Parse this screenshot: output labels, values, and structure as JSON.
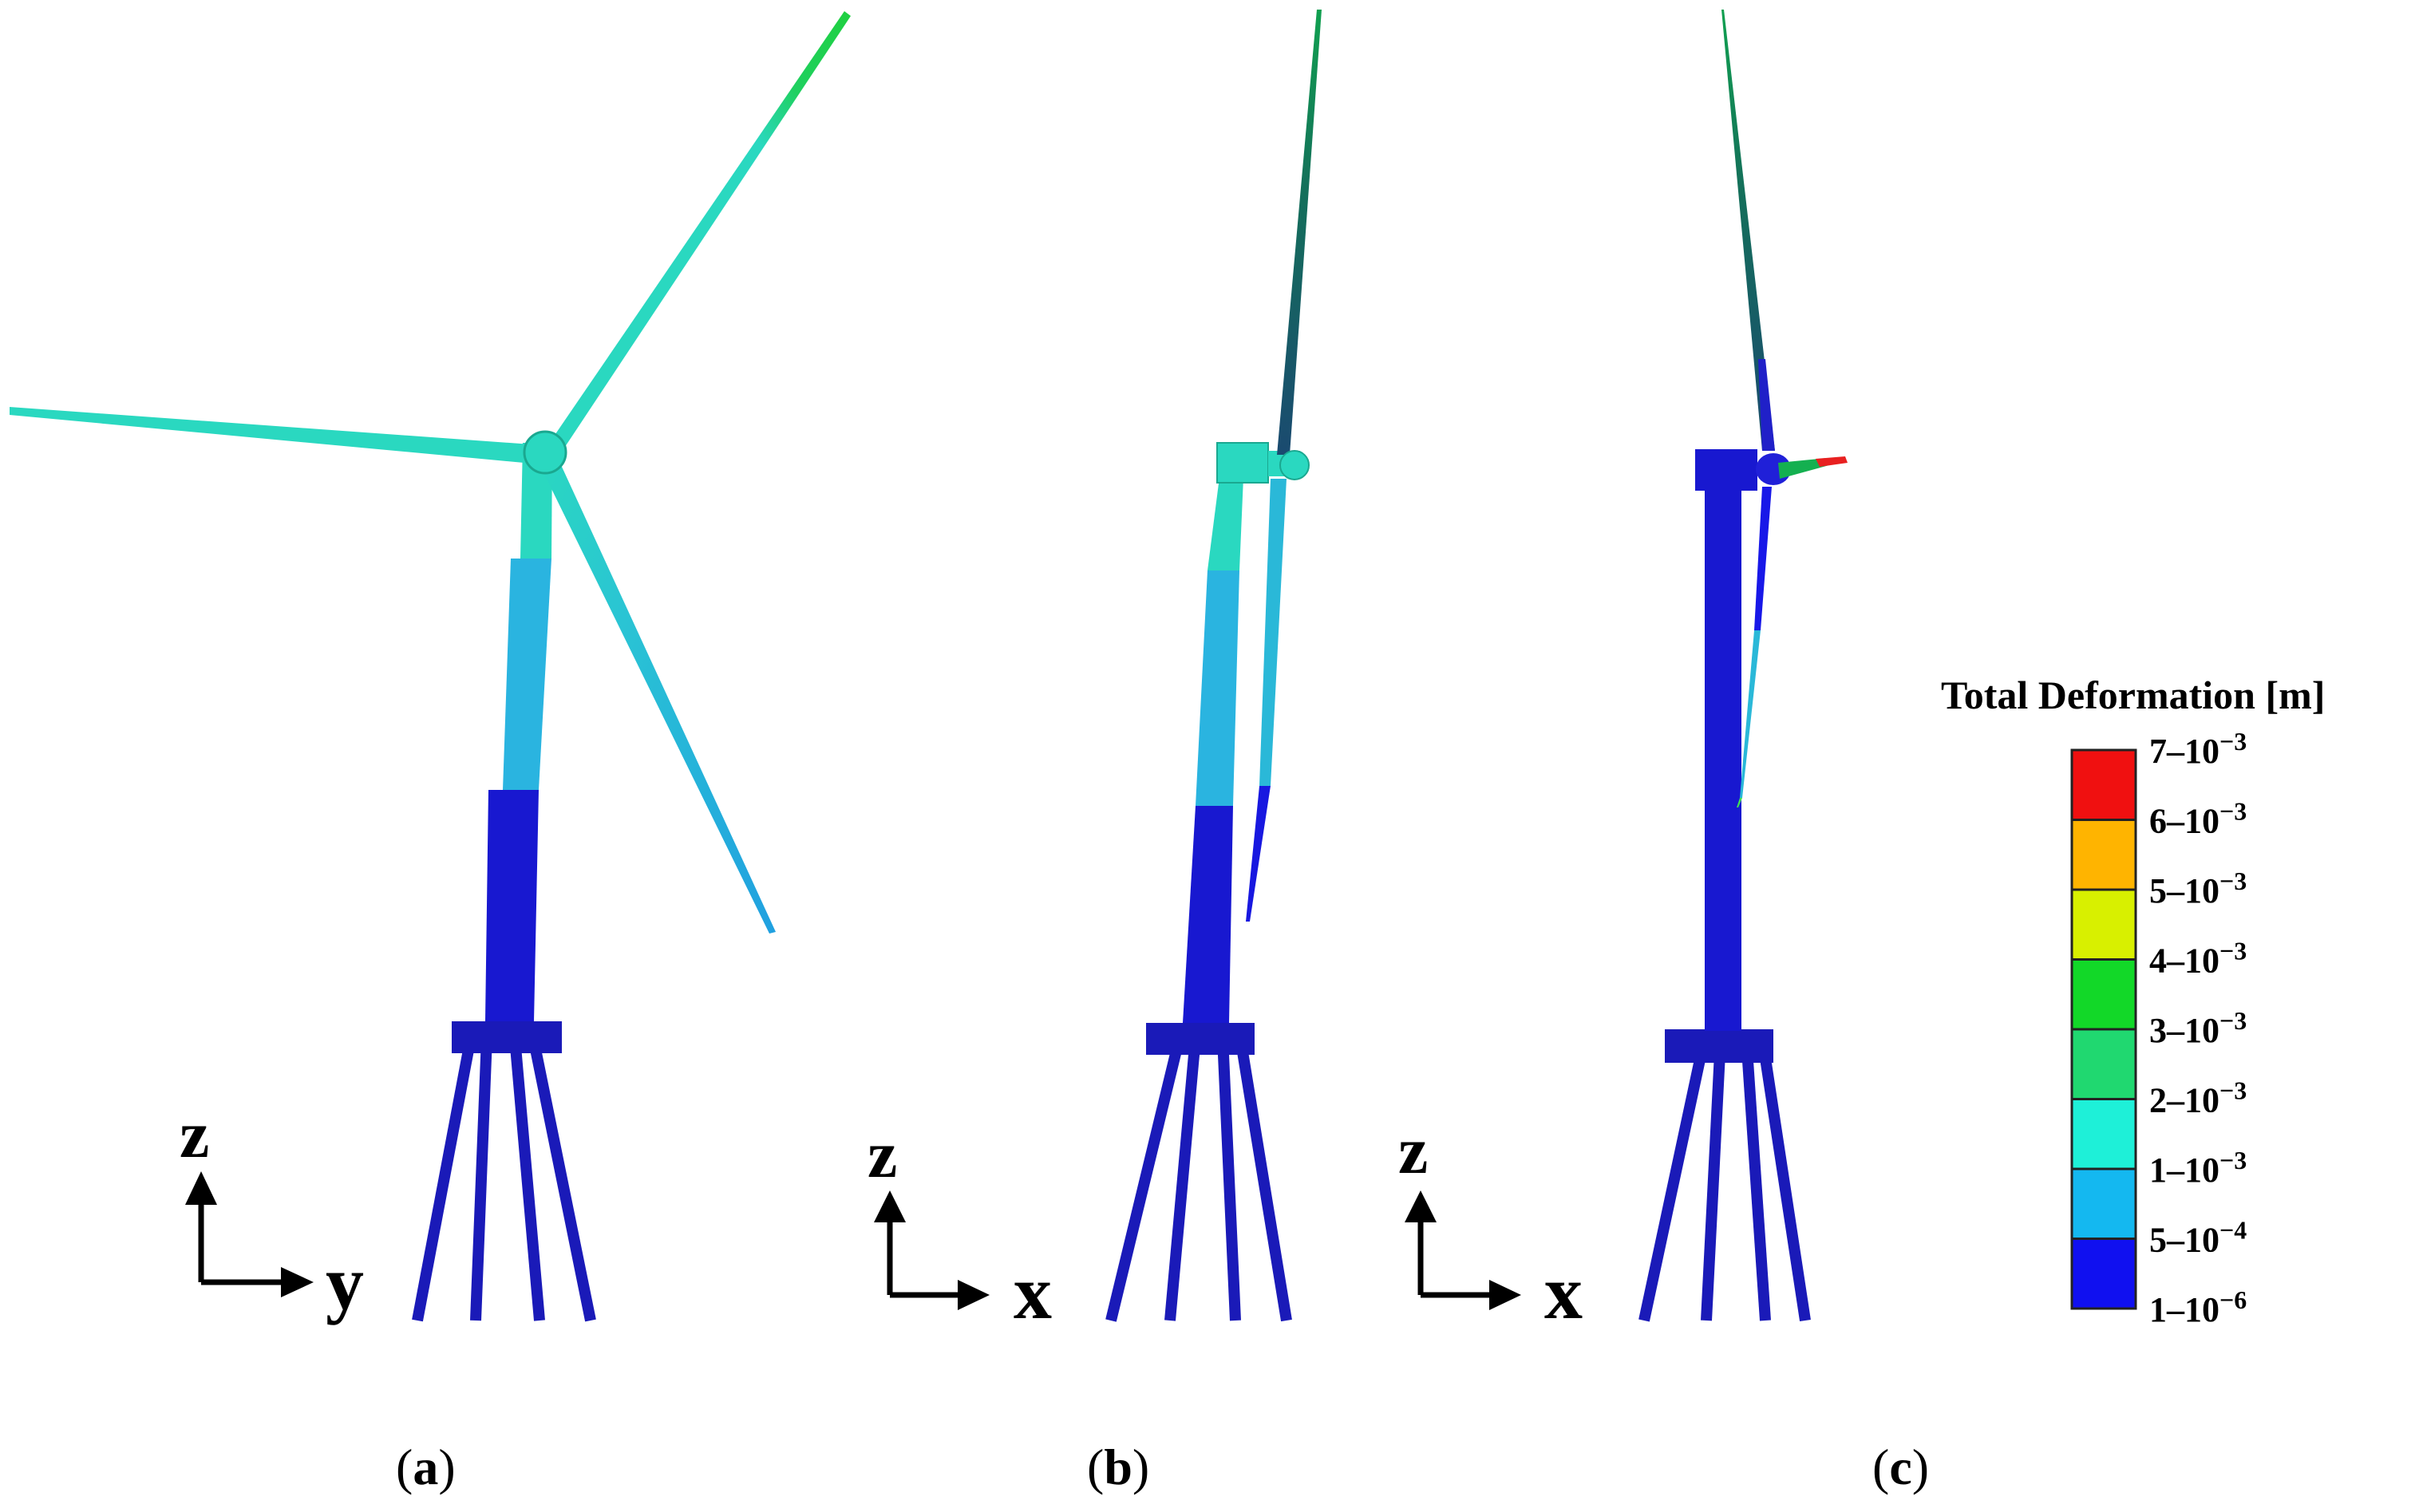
{
  "colors": {
    "dark_blue": "#1818c8",
    "blue": "#2020e8",
    "light_blue": "#2ab4e0",
    "cyan_teal": "#2ad8c0",
    "teal_green": "#22c888",
    "green": "#12d828",
    "yellow": "#d8f000",
    "orange": "#ffb400",
    "red": "#f01010",
    "dark_teal": "#1a6a52"
  },
  "panels": [
    {
      "id": "a",
      "label_open": "(",
      "label_letter": "a",
      "label_close": ")",
      "axis_vertical": "z",
      "axis_horizontal": "y",
      "view": "front view — rotor plane facing viewer"
    },
    {
      "id": "b",
      "label_open": "(",
      "label_letter": "b",
      "label_close": ")",
      "axis_vertical": "z",
      "axis_horizontal": "x",
      "view": "side view"
    },
    {
      "id": "c",
      "label_open": "(",
      "label_letter": "c",
      "label_close": ")",
      "axis_vertical": "z",
      "axis_horizontal": "x",
      "view": "side view, rotated"
    }
  ],
  "legend": {
    "title": "Total Deformation [m]",
    "bands": [
      {
        "color": "#f01010"
      },
      {
        "color": "#ffb400"
      },
      {
        "color": "#d8f000"
      },
      {
        "color": "#12d828"
      },
      {
        "color": "#20d870"
      },
      {
        "color": "#1ef0d8"
      },
      {
        "color": "#14b8f0"
      },
      {
        "color": "#1010f0"
      }
    ],
    "labels": [
      {
        "base": "7–10",
        "exp": "−3"
      },
      {
        "base": "6–10",
        "exp": "−3"
      },
      {
        "base": "5–10",
        "exp": "−3"
      },
      {
        "base": "4–10",
        "exp": "−3"
      },
      {
        "base": "3–10",
        "exp": "−3"
      },
      {
        "base": "2–10",
        "exp": "−3"
      },
      {
        "base": "1–10",
        "exp": "−3"
      },
      {
        "base": "5–10",
        "exp": "−4"
      },
      {
        "base": "1–10",
        "exp": "−6"
      }
    ]
  }
}
